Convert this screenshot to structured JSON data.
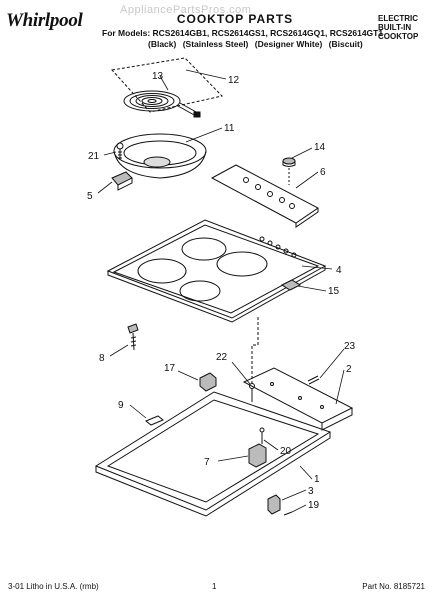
{
  "header": {
    "brand": "Whirlpool",
    "watermark": "AppliancePartsPros.com",
    "title": "COOKTOP PARTS",
    "models_line": "For Models: RCS2614GB1, RCS2614GS1, RCS2614GQ1, RCS2614GT1",
    "variants": [
      "(Black)",
      "(Stainless Steel)",
      "(Designer White)",
      "(Biscuit)"
    ],
    "category": "ELECTRIC\nBUILT-IN\nCOOKTOP"
  },
  "callouts": [
    "13",
    "12",
    "11",
    "21",
    "5",
    "14",
    "6",
    "4",
    "15",
    "8",
    "17",
    "22",
    "23",
    "2",
    "9",
    "20",
    "7",
    "1",
    "3",
    "19"
  ],
  "footer": {
    "left": "3-01 Litho in U.S.A. (rmb)",
    "page": "1",
    "part_number": "Part No. 8185721"
  }
}
